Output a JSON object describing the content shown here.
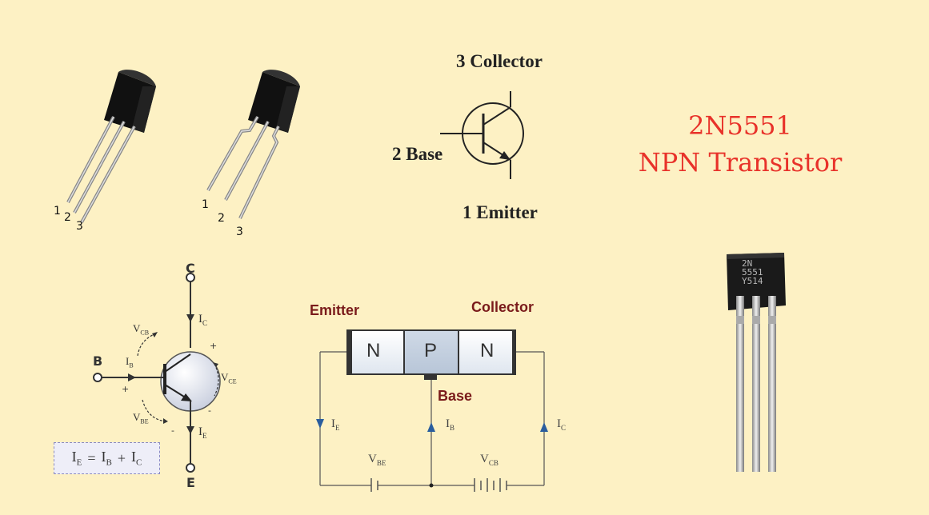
{
  "title": {
    "line1": "2N5551",
    "line2": "NPN Transistor"
  },
  "pinout_left": {
    "pin1": "1",
    "pin2": "2",
    "pin3": "3"
  },
  "pinout_right": {
    "pin1": "1",
    "pin2": "2",
    "pin3": "3"
  },
  "symbol": {
    "collector": "3 Collector",
    "base": "2 Base",
    "emitter": "1 Emitter"
  },
  "bjt_diagram": {
    "c": "C",
    "b": "B",
    "e": "E",
    "ic": "I",
    "ic_sub": "C",
    "ib": "I",
    "ib_sub": "B",
    "ie": "I",
    "ie_sub": "E",
    "vcb": "V",
    "vcb_sub": "CB",
    "vce": "V",
    "vce_sub": "CE",
    "vbe": "V",
    "vbe_sub": "BE",
    "plus": "+",
    "minus": "-"
  },
  "formula": "I<sub>E</sub> = I<sub>B</sub> + I<sub>C</sub>",
  "formula_text": "IE = IB + IC",
  "junction": {
    "emitter": "Emitter",
    "collector": "Collector",
    "base": "Base",
    "n1": "N",
    "p": "P",
    "n2": "N",
    "ie": "I",
    "ie_sub": "E",
    "ib": "I",
    "ib_sub": "B",
    "ic": "I",
    "ic_sub": "C",
    "vbe": "V",
    "vbe_sub": "BE",
    "vcb": "V",
    "vcb_sub": "CB"
  },
  "chip_marking": {
    "line1": "2N",
    "line2": "5551",
    "line3": "Y514"
  },
  "colors": {
    "title": "#e8322a",
    "background": "#fdf1c4",
    "junction_label": "#7a1b1b"
  }
}
